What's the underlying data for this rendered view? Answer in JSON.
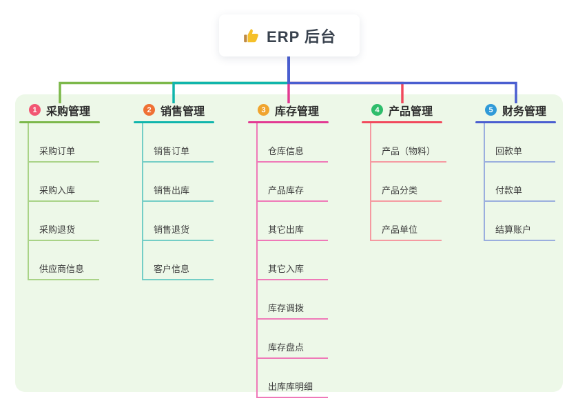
{
  "root": {
    "label": "ERP 后台",
    "icon": "thumbs-up",
    "line_color": "#4a5ed0",
    "card_bg": "#ffffff"
  },
  "canvas": {
    "panel_bg": "#edf8e8",
    "page_bg": "#ffffff"
  },
  "branches": [
    {
      "number": "1",
      "label": "采购管理",
      "colors": {
        "badge": "#f25672",
        "line": "#7cb84a",
        "child_line": "#a9d387"
      },
      "children": [
        "采购订单",
        "采购入库",
        "采购退货",
        "供应商信息"
      ]
    },
    {
      "number": "2",
      "label": "销售管理",
      "colors": {
        "badge": "#ef7134",
        "line": "#10b5ac",
        "child_line": "#74cec6"
      },
      "children": [
        "销售订单",
        "销售出库",
        "销售退货",
        "客户信息"
      ]
    },
    {
      "number": "3",
      "label": "库存管理",
      "colors": {
        "badge": "#f0a42e",
        "line": "#e23a92",
        "child_line": "#ef79b8"
      },
      "children": [
        "仓库信息",
        "产品库存",
        "其它出库",
        "其它入库",
        "库存调拨",
        "库存盘点",
        "出库库明细"
      ]
    },
    {
      "number": "4",
      "label": "产品管理",
      "colors": {
        "badge": "#2ebd6b",
        "line": "#f1495c",
        "child_line": "#f59aa1"
      },
      "children": [
        "产品（物料）",
        "产品分类",
        "产品单位"
      ]
    },
    {
      "number": "5",
      "label": "财务管理",
      "colors": {
        "badge": "#2f9ad8",
        "line": "#4a5ed0",
        "child_line": "#9aaede"
      },
      "children": [
        "回款单",
        "付款单",
        "结算账户"
      ]
    }
  ]
}
